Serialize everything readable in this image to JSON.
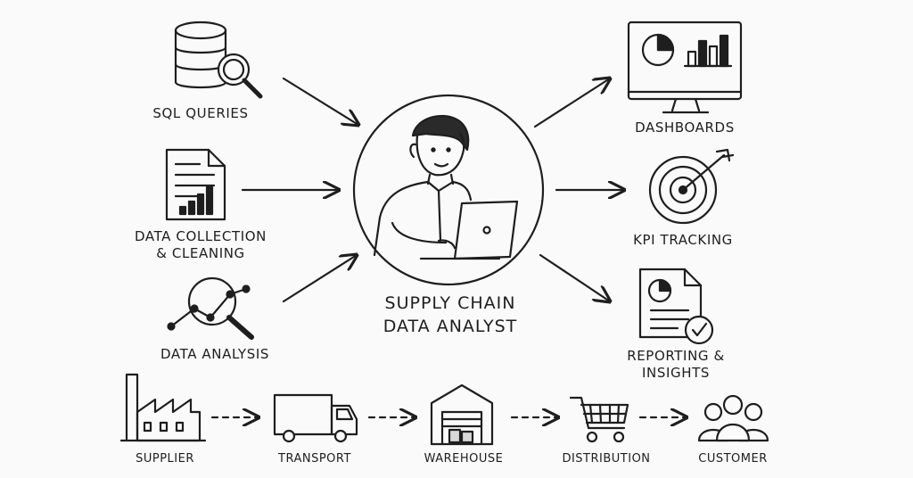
{
  "center": {
    "line1": "SUPPLY CHAIN",
    "line2": "DATA ANALYST",
    "icon": "analyst-with-laptop"
  },
  "inputs": [
    {
      "id": "sql",
      "label": "SQL QUERIES",
      "icon": "database-magnifier-icon"
    },
    {
      "id": "collection",
      "label_line1": "DATA COLLECTION",
      "label_line2": "& CLEANING",
      "icon": "document-chart-icon"
    },
    {
      "id": "analysis",
      "label": "DATA ANALYSIS",
      "icon": "magnifier-trend-icon"
    }
  ],
  "outputs": [
    {
      "id": "dashboards",
      "label": "DASHBOARDS",
      "icon": "monitor-charts-icon"
    },
    {
      "id": "kpi",
      "label": "KPI TRACKING",
      "icon": "target-arrow-icon"
    },
    {
      "id": "reporting",
      "label_line1": "REPORTING &",
      "label_line2": "INSIGHTS",
      "icon": "report-check-icon"
    }
  ],
  "flow": [
    {
      "label": "SUPPLIER",
      "icon": "factory-icon"
    },
    {
      "label": "TRANSPORT",
      "icon": "truck-icon"
    },
    {
      "label": "WAREHOUSE",
      "icon": "warehouse-icon"
    },
    {
      "label": "DISTRIBUTION",
      "icon": "cart-icon"
    },
    {
      "label": "CUSTOMER",
      "icon": "people-icon"
    }
  ]
}
